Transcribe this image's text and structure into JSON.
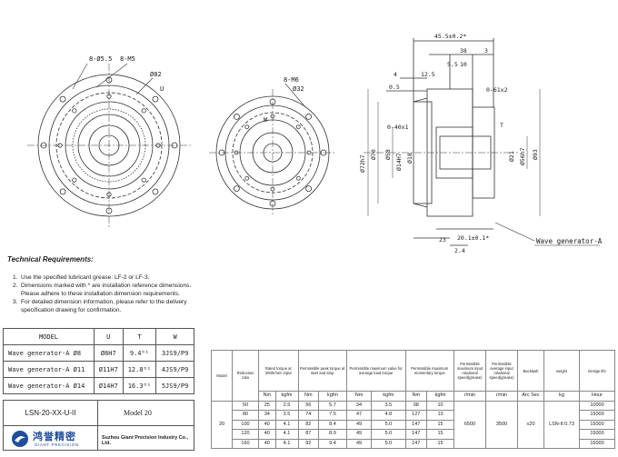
{
  "drawing": {
    "front_view_1": {
      "holes_a": "8-Ø5.5",
      "holes_b": "8-M5",
      "dia": "Ø82",
      "label_u": "U"
    },
    "front_view_2": {
      "holes": "8-M6",
      "dia": "Ø32",
      "label_w": "W"
    },
    "side_view": {
      "dim_total": "45.5±0.2*",
      "dim_38": "38",
      "dim_3": "3",
      "dim_55": "5.5",
      "dim_10": "10",
      "dim_4": "4",
      "dim_125": "12.5",
      "dim_05": "0.5",
      "dim_61x2": "0-61x2",
      "dim_40x1": "0-40x1",
      "label_t": "T",
      "dia_72h7": "Ø72h7",
      "dia_70": "Ø70",
      "dia_58": "Ø58",
      "dia_14h7": "Ø14H7",
      "dia_18": "Ø18",
      "dia_21": "Ø21",
      "dia_56h7": "Ø56h7",
      "dia_93": "Ø93",
      "dim_23": "23",
      "dim_20_1": "20.1±0.1*",
      "dim_24": "2.4",
      "wg_label": "Wave generator-A"
    }
  },
  "requirements": {
    "title": "Technical Requirements:",
    "items": [
      {
        "num": "1.",
        "text": "Use the specified lubricant grease: LF-2 or LF-3."
      },
      {
        "num": "2.",
        "text": "Dimensions marked with * are installation reference dimensions."
      },
      {
        "num": "",
        "text": "Please adhere to these installation dimension requirements."
      },
      {
        "num": "3.",
        "text": "For detailed dimension information, please refer to the delivery"
      },
      {
        "num": "",
        "text": "specification drawing for confirmation."
      }
    ]
  },
  "model_table": {
    "headers": [
      "MODEL",
      "U",
      "T",
      "W"
    ],
    "rows": [
      [
        "Wave generator-A Ø8",
        "Ø8H7",
        "9.4⁰¹",
        "3JS9/P9"
      ],
      [
        "Wave generator-A Ø11",
        "Ø11H7",
        "12.8⁰¹",
        "4JS9/P9"
      ],
      [
        "Wave generator-A Ø14",
        "Ø14H7",
        "16.3⁰¹",
        "5JS9/P9"
      ]
    ]
  },
  "title_block": {
    "code": "LSN-20-XX-U-II",
    "model": "Model 20",
    "logo_cn": "鸿誉精密",
    "logo_en": "GIANT PRECISION",
    "company": "Suzhou Giant Precision Industry Co., Ltd."
  },
  "spec_table": {
    "headers": [
      "Model",
      "Reduction ratio",
      "Rated torque at 2000r/min input",
      "Permissible peak torque at start and stop",
      "Permissible maximum value for average load torque",
      "Permissible maximum momentary torque",
      "Permissible maximum input rotational speed(grease)",
      "Permissible average input rotational speed(grease)",
      "Backlash",
      "weight",
      "Design life"
    ],
    "units": [
      "Nm",
      "kgfm",
      "Nm",
      "kgfm",
      "Nm",
      "kgfm",
      "Nm",
      "kgfm",
      "r/min",
      "r/min",
      "Arc Sec",
      "kg",
      "Hour"
    ],
    "model": "20",
    "max_speed": "6500",
    "avg_speed": "3500",
    "backlash": "≤20",
    "weight": "LSN-II:0.73",
    "rows": [
      {
        "ratio": "50",
        "v": [
          "25",
          "2.5",
          "56",
          "5.7",
          "34",
          "3.5",
          "98",
          "10"
        ],
        "life": "10000"
      },
      {
        "ratio": "80",
        "v": [
          "34",
          "3.5",
          "74",
          "7.5",
          "47",
          "4.8",
          "127",
          "13"
        ],
        "life": "15000"
      },
      {
        "ratio": "100",
        "v": [
          "40",
          "4.1",
          "82",
          "8.4",
          "49",
          "5.0",
          "147",
          "15"
        ],
        "life": "15000"
      },
      {
        "ratio": "120",
        "v": [
          "40",
          "4.1",
          "87",
          "8.9",
          "49",
          "5.0",
          "147",
          "15"
        ],
        "life": "15000"
      },
      {
        "ratio": "160",
        "v": [
          "40",
          "4.1",
          "92",
          "9.4",
          "49",
          "5.0",
          "147",
          "15"
        ],
        "life": "15000"
      }
    ]
  }
}
